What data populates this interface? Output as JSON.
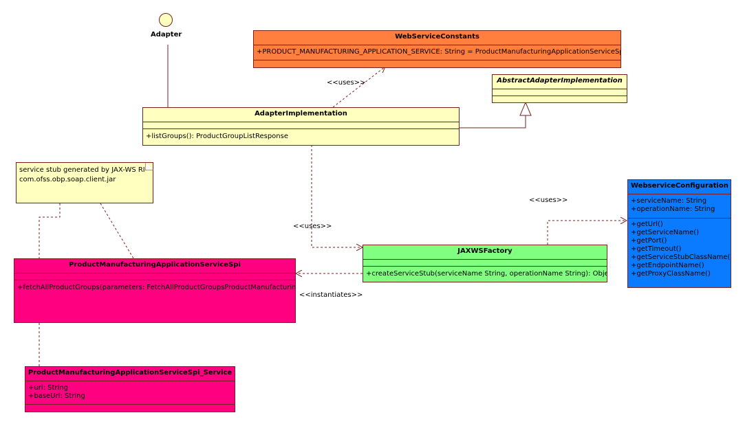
{
  "interface": {
    "name": "Adapter"
  },
  "classes": {
    "webservice_constants": {
      "name": "WebServiceConstants",
      "attributes": [
        "+PRODUCT_MANUFACTURING_APPLICATION_SERVICE: String = ProductManufacturingApplicationServiceSpi"
      ],
      "color": "#ff7f3f"
    },
    "abstract_adapter": {
      "name": "AbstractAdapterImplementation",
      "color": "#ffffc0"
    },
    "adapter_impl": {
      "name": "AdapterImplementation",
      "operations": [
        "+listGroups(): ProductGroupListResponse"
      ],
      "color": "#ffffc0"
    },
    "webservice_config": {
      "name": "WebserviceConfiguration",
      "attributes": [
        "+serviceName: String",
        "+operationName: String"
      ],
      "operations": [
        "+getUrl()",
        "+getServiceName()",
        "+getPort()",
        "+getTimeout()",
        "+getServiceStubClassName()",
        "+getEndpointName()",
        "+getProxyClassName()"
      ],
      "color": "#0a7aff"
    },
    "jaxws_factory": {
      "name": "JAXWSFactory",
      "operations": [
        "+createServiceStub(serviceName String, operationName String): Object"
      ],
      "color": "#80ff80"
    },
    "pm_service_spi": {
      "name": "ProductManufacturingApplicationServiceSpi",
      "operations": [
        "+fetchAllProductGroups(parameters: FetchAllProductGroupsProductManufacturing)"
      ],
      "color": "#ff0080"
    },
    "pm_service_spi_service": {
      "name": "ProductManufacturingApplicationServiceSpi_Service",
      "attributes": [
        "+url: String",
        "+baseUrl: String"
      ],
      "color": "#ff0080"
    }
  },
  "note": {
    "lines": [
      "service stub generated by JAX-WS RI",
      "com.ofss.obp.soap.client.jar"
    ]
  },
  "relations": {
    "uses_constants": "<<uses>>",
    "uses_factory": "<<uses>>",
    "uses_config": "<<uses>>",
    "instantiates": "<<instantiates>>"
  }
}
